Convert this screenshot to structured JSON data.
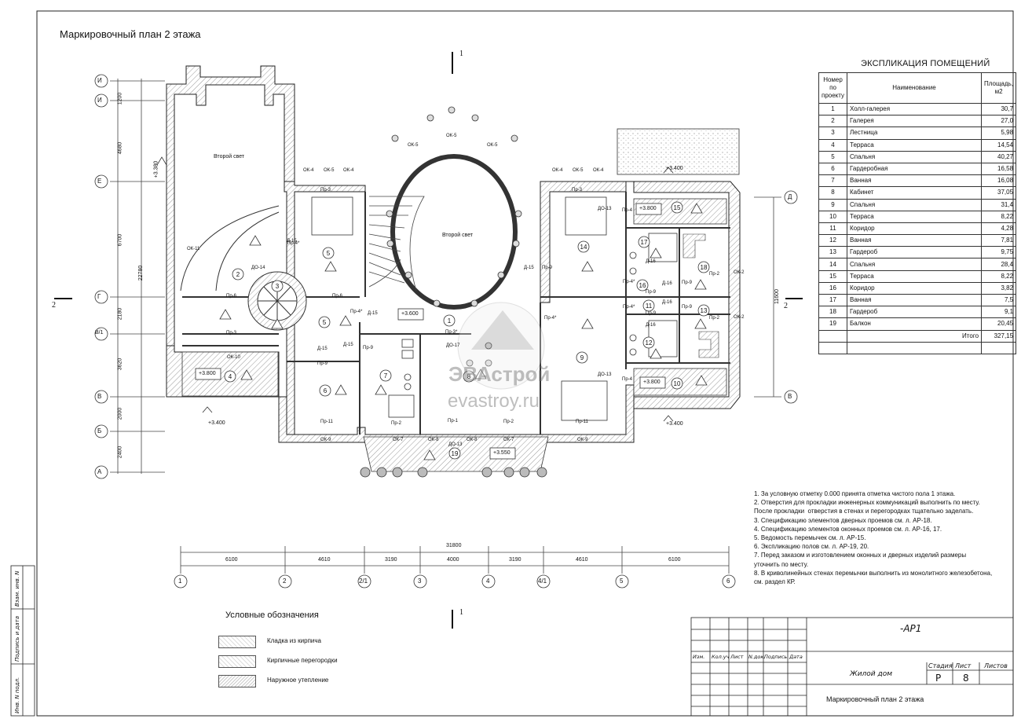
{
  "plan_title": "Маркировочный план 2 этажа",
  "section_marks": {
    "top": "1",
    "bottom": "1",
    "left": "2",
    "right": "2"
  },
  "axes_letters": [
    "И",
    "И",
    "Е",
    "Г",
    "В/1",
    "В",
    "Б",
    "А"
  ],
  "axes_right": [
    "Д",
    "В"
  ],
  "axes_numbers": [
    "1",
    "2",
    "2/1",
    "3",
    "4",
    "4/1",
    "5",
    "6"
  ],
  "vertical_dims": [
    "1200",
    "4680",
    "6700",
    "2180",
    "3620",
    "2000",
    "2400"
  ],
  "vertical_total": "22780",
  "right_dim": "11600",
  "horizontal_dims": [
    "6100",
    "4610",
    "3190",
    "4000",
    "3190",
    "4610",
    "6100"
  ],
  "horizontal_total": "31800",
  "levels": {
    "l1": "+3.380",
    "l2": "+3.400",
    "l3": "+3.600",
    "l4": "+3.800",
    "l5": "+3.800",
    "l6": "+3.800",
    "l7": "+3.550",
    "l8": "+3.400",
    "l9": "+3.400",
    "l10": "+3.800"
  },
  "room_labels": {
    "second_light_left": "Второй свет",
    "second_light_center": "Второй свет"
  },
  "openings": {
    "ok4": "ОК-4",
    "ok5": "ОК-5",
    "ok11": "ОК-11",
    "ok10": "ОК-10",
    "ok9": "ОК-9",
    "ok7": "ОК-7",
    "ok8": "ОК-8",
    "ok2": "ОК-2",
    "pr3": "Пр-3",
    "pr6": "Пр-6",
    "pr4": "Пр-4",
    "pr4s": "Пр-4*",
    "pr9": "Пр-9",
    "pr11": "Пр-11",
    "pr2": "Пр-2",
    "pr1": "Пр-1",
    "pr3s": "Пр-3*",
    "d15": "Д-15",
    "d16": "Д-16",
    "do13": "ДО-13",
    "do14": "ДО-14",
    "do17": "ДО-17"
  },
  "watermark": {
    "brand": "ЭВАстрой",
    "site": "evastroy.ru"
  },
  "explication": {
    "title": "ЭКСПЛИКАЦИЯ ПОМЕЩЕНИЙ",
    "headers": [
      "Номер по проекту",
      "Наименование",
      "Площадь, м2"
    ],
    "rows": [
      [
        "1",
        "Холл-галерея",
        "30,7"
      ],
      [
        "2",
        "Галерея",
        "27,0"
      ],
      [
        "3",
        "Лестница",
        "5,98"
      ],
      [
        "4",
        "Терраса",
        "14,54"
      ],
      [
        "5",
        "Спальня",
        "40,27"
      ],
      [
        "6",
        "Гардеробная",
        "16,58"
      ],
      [
        "7",
        "Ванная",
        "16,08"
      ],
      [
        "8",
        "Кабинет",
        "37,05"
      ],
      [
        "9",
        "Спальня",
        "31,4"
      ],
      [
        "10",
        "Терраса",
        "8,22"
      ],
      [
        "11",
        "Коридор",
        "4,28"
      ],
      [
        "12",
        "Ванная",
        "7,81"
      ],
      [
        "13",
        "Гардероб",
        "9,75"
      ],
      [
        "14",
        "Спальня",
        "28,4"
      ],
      [
        "15",
        "Терраса",
        "8,22"
      ],
      [
        "16",
        "Коридор",
        "3,82"
      ],
      [
        "17",
        "Ванная",
        "7,5"
      ],
      [
        "18",
        "Гардероб",
        "9,1"
      ],
      [
        "19",
        "Балкон",
        "20,45"
      ]
    ],
    "total_label": "Итого",
    "total_value": "327,15"
  },
  "notes": [
    "1. За условную отметку 0.000 принята отметка чистого пола 1 этажа.",
    "2. Отверстия для прокладки инженерных коммуникаций выполнить по месту.",
    "После прокладки  отверстия в стенах и перегородках тщательно заделать.",
    "3. Спецификацию элементов дверных проемов см. л. АР-18.",
    "4. Спецификацию элементов оконных проемов см. л. АР-16, 17.",
    "5. Ведомость перемычек см. л. АР-15.",
    "6. Экспликацию полов см. л. АР-19, 20.",
    "7. Перед заказом и изготовлением оконных и дверных изделий размеры",
    "уточнить по месту.",
    "8. В криволинейных стенах перемычки выполнить из монолитного железобетона,",
    "см. раздел КР."
  ],
  "legend": {
    "title": "Условные обозначения",
    "items": [
      "Кладка из кирпича",
      "Кирпичные перегородки",
      "Наружное утепление"
    ]
  },
  "stamp": {
    "code": "-АР1",
    "cols": [
      "Изм.",
      "Кол.уч",
      "Лист",
      "N.док.",
      "Подпись",
      "Дата"
    ],
    "object": "Жилой дом",
    "sheet_name": "Маркировочный план 2 этажа",
    "stage_label": "Стадия",
    "sheet_label": "Лист",
    "sheets_label": "Листов",
    "stage": "Р",
    "sheet": "8",
    "side": [
      "Инв. N подл.",
      "Подпись и дата",
      "Взам. инв. N"
    ]
  }
}
